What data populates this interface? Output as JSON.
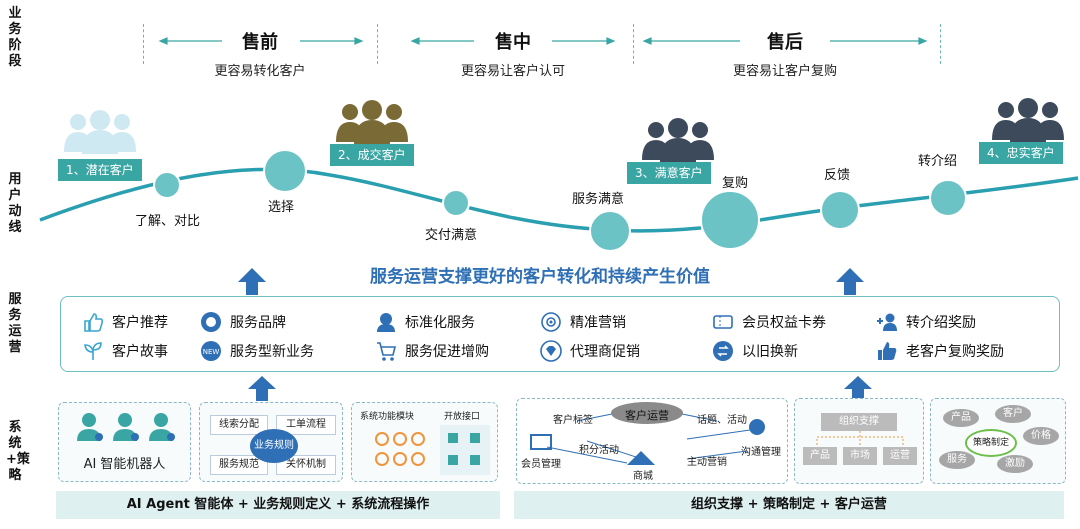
{
  "row_labels": [
    "业务阶段",
    "用户动线",
    "服务运营",
    "系统+策略"
  ],
  "stages": [
    {
      "title": "售前",
      "subtitle": "更容易转化客户"
    },
    {
      "title": "售中",
      "subtitle": "更容易让客户认可"
    },
    {
      "title": "售后",
      "subtitle": "更容易让客户复购"
    }
  ],
  "milestones": [
    "1、潜在客户",
    "2、成交客户",
    "3、满意客户",
    "4、忠实客户"
  ],
  "journey_stops": [
    "了解、对比",
    "选择",
    "交付满意",
    "服务满意",
    "复购",
    "反馈",
    "转介绍"
  ],
  "middle_title": "服务运营支撑更好的客户转化和持续产生价值",
  "services": [
    {
      "label": "客户推荐",
      "icon": "thumbs-up-icon"
    },
    {
      "label": "客户故事",
      "icon": "sprout-icon"
    },
    {
      "label": "服务品牌",
      "icon": "brand-badge-icon"
    },
    {
      "label": "服务型新业务",
      "icon": "new-badge-icon"
    },
    {
      "label": "标准化服务",
      "icon": "agent-icon"
    },
    {
      "label": "服务促进增购",
      "icon": "cart-icon"
    },
    {
      "label": "精准营销",
      "icon": "target-icon"
    },
    {
      "label": "代理商促销",
      "icon": "diamond-icon"
    },
    {
      "label": "会员权益卡券",
      "icon": "coupon-icon"
    },
    {
      "label": "以旧换新",
      "icon": "exchange-icon"
    },
    {
      "label": "转介绍奖励",
      "icon": "add-user-icon"
    },
    {
      "label": "老客户复购奖励",
      "icon": "like-icon"
    }
  ],
  "system_left": {
    "robot_label": "AI 智能机器人",
    "rules": [
      "线索分配",
      "工单流程",
      "服务规范",
      "关怀机制"
    ],
    "rules_center": "业务规则",
    "modules": [
      "系统功能模块",
      "开放接口"
    ]
  },
  "system_right": {
    "ops_center": "客户运营",
    "ops_nodes": [
      "客户标签",
      "话题、活动",
      "积分活动",
      "会员管理",
      "商城",
      "主动营销",
      "沟通管理"
    ],
    "org": {
      "top": "组织支撑",
      "bottom": [
        "产品",
        "市场",
        "运营"
      ]
    },
    "strategy": {
      "center": "策略制定",
      "nodes": [
        "产品",
        "客户",
        "价格",
        "服务",
        "激励"
      ]
    }
  },
  "bottom_bars": [
    "AI Agent 智能体 + 业务规则定义 + 系统流程操作",
    "组织支撑 + 策略制定 + 客户运营"
  ],
  "colors": {
    "teal": "#3aa6a4",
    "line": "#2a9fb0",
    "blue": "#2f6fb5",
    "olive": "#7a6a35",
    "slate": "#3c4a5c"
  }
}
